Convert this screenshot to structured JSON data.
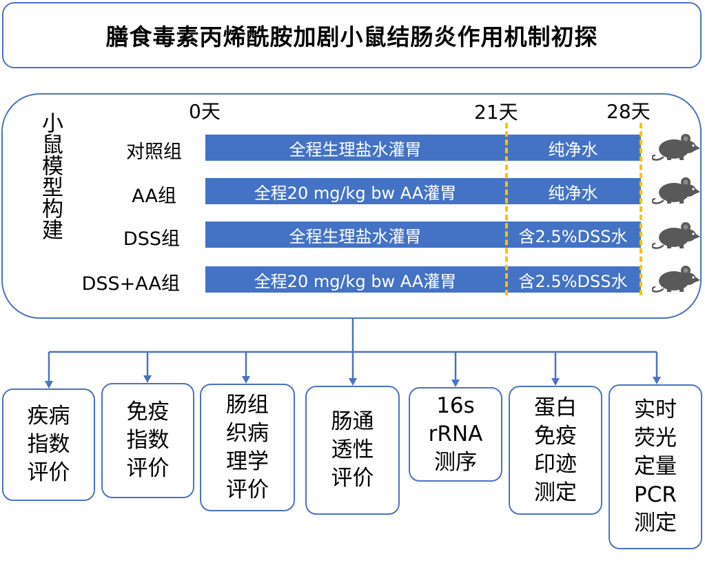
{
  "title": "膳食毒素丙烯酰胺加剧小鼠结肠炎作用机制初探",
  "model_label": "小鼠模型构建",
  "days": [
    "0天",
    "21天",
    "28天"
  ],
  "groups": [
    {
      "label": "对照组",
      "phase1": "全程生理盐水灌胃",
      "phase2": "纯净水"
    },
    {
      "label": "AA组",
      "phase1": "全程20 mg/kg bw AA灌胃",
      "phase2": "纯净水"
    },
    {
      "label": "DSS组",
      "phase1": "全程生理盐水灌胃",
      "phase2": "含2.5%DSS水"
    },
    {
      "label": "DSS+AA组",
      "phase1": "全程20 mg/kg bw AA灌胃",
      "phase2": "含2.5%DSS水"
    }
  ],
  "methods": [
    "疾病\n指数\n评价",
    "免疫\n指数\n评价",
    "肠组\n织病\n理学\n评价",
    "肠通\n透性\n评价",
    "16s\nrRNA\n测序",
    "蛋白\n免疫\n印迹\n测定",
    "实时\n荧光\n定量\nPCR\n测定"
  ],
  "colors": {
    "bar": "#4472c4",
    "border": "#4a72c4",
    "dash": "#ffc000",
    "mouse": "#595959"
  },
  "icons": {
    "mouse": "mouse-icon",
    "arrow": "arrow-down-icon"
  }
}
